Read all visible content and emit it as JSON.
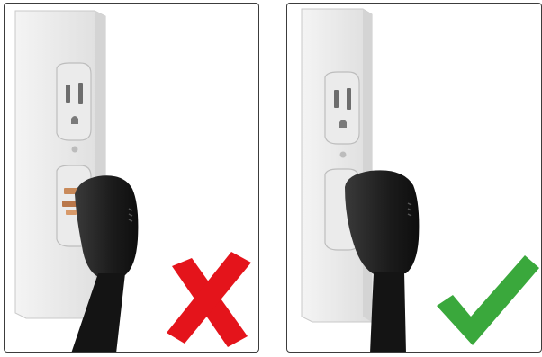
{
  "panels": [
    {
      "id": "incorrect",
      "verdict": "incorrect",
      "mark_icon": "red-x-icon",
      "mark_color": "#e4141b",
      "description_visible": false
    },
    {
      "id": "correct",
      "verdict": "correct",
      "mark_icon": "green-checkmark-icon",
      "mark_color": "#3aa83c",
      "description_visible": false
    }
  ],
  "colors": {
    "wall_plate": "#e9e9e9",
    "outlet_face": "#f2f2f2",
    "plug_body": "#1f1f1f",
    "cable": "#141414",
    "exposed_prong": "#c98a5a",
    "panel_border": "#3c3c3c"
  }
}
